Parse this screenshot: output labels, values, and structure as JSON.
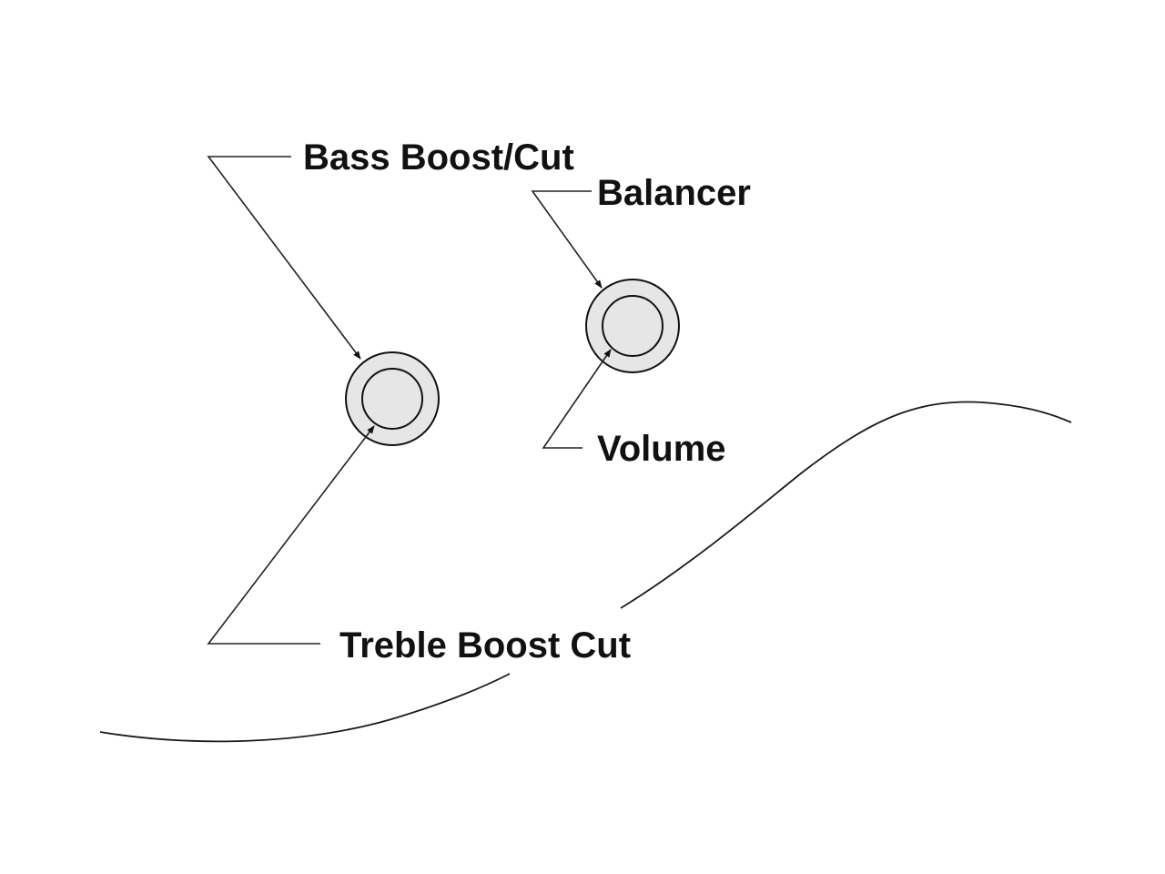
{
  "labels": {
    "bass": "Bass Boost/Cut",
    "balancer": "Balancer",
    "volume": "Volume",
    "treble": "Treble Boost Cut"
  },
  "colors": {
    "background": "#ffffff",
    "line": "#222222",
    "knob_fill": "#e6e6e6"
  }
}
